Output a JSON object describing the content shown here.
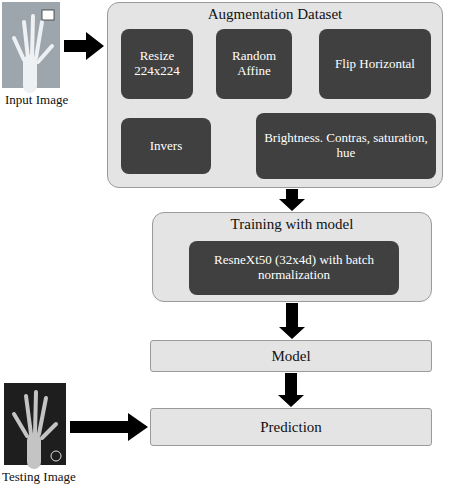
{
  "diagram": {
    "nodes": [
      {
        "text": [
          "Augmentation Dataset"
        ]
      },
      {
        "text": [
          "Resize 224x224"
        ],
        "in": 0
      },
      {
        "text": [
          "Random Affine"
        ],
        "in": 0
      },
      {
        "text": [
          "Flip Horizontal"
        ],
        "in": 0
      },
      {
        "text": [
          "Brightness. Contras, saturation, hue"
        ],
        "in": 0
      },
      {
        "text": [
          "Invers"
        ],
        "in": 0
      },
      {
        "text": [
          "Training with model"
        ]
      },
      {
        "text": [
          "ResneXt50 (32x4d) with batch normalization"
        ],
        "in": 6
      },
      {
        "text": [
          "Model"
        ]
      },
      {
        "text": [
          "Prediction"
        ]
      }
    ],
    "edges": [
      {
        "from": 1,
        "to": 2,
        "arrow": "to"
      },
      {
        "from": 2,
        "to": 3,
        "arrow": "to"
      },
      {
        "from": 3,
        "to": 4,
        "arrow": "to"
      },
      {
        "from": 4,
        "to": 5,
        "arrow": "to"
      },
      {
        "from": 0,
        "to": 6,
        "arrow": "to"
      },
      {
        "from": 6,
        "to": 8,
        "arrow": "to"
      },
      {
        "from": 8,
        "to": 9,
        "arrow": "to"
      }
    ],
    "labels": [
      "Input Image",
      "Testing Image"
    ]
  }
}
